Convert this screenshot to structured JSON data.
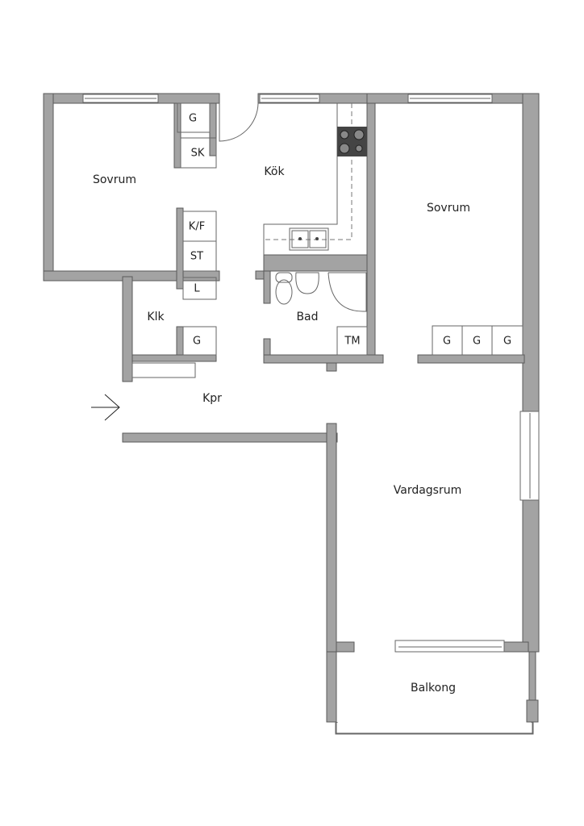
{
  "rooms": {
    "sovrum_left": "Sovrum",
    "kok": "Kök",
    "sovrum_right": "Sovrum",
    "klk": "Klk",
    "bad": "Bad",
    "kpr": "Kpr",
    "vardagsrum": "Vardagsrum",
    "balkong": "Balkong"
  },
  "fixtures": {
    "g_top": "G",
    "sk": "SK",
    "kf": "K/F",
    "st": "ST",
    "l": "L",
    "g_klk": "G",
    "tm": "TM",
    "g1": "G",
    "g2": "G",
    "g3": "G"
  },
  "colors": {
    "wall": "#a3a3a3",
    "outline": "#5a5a5a"
  }
}
